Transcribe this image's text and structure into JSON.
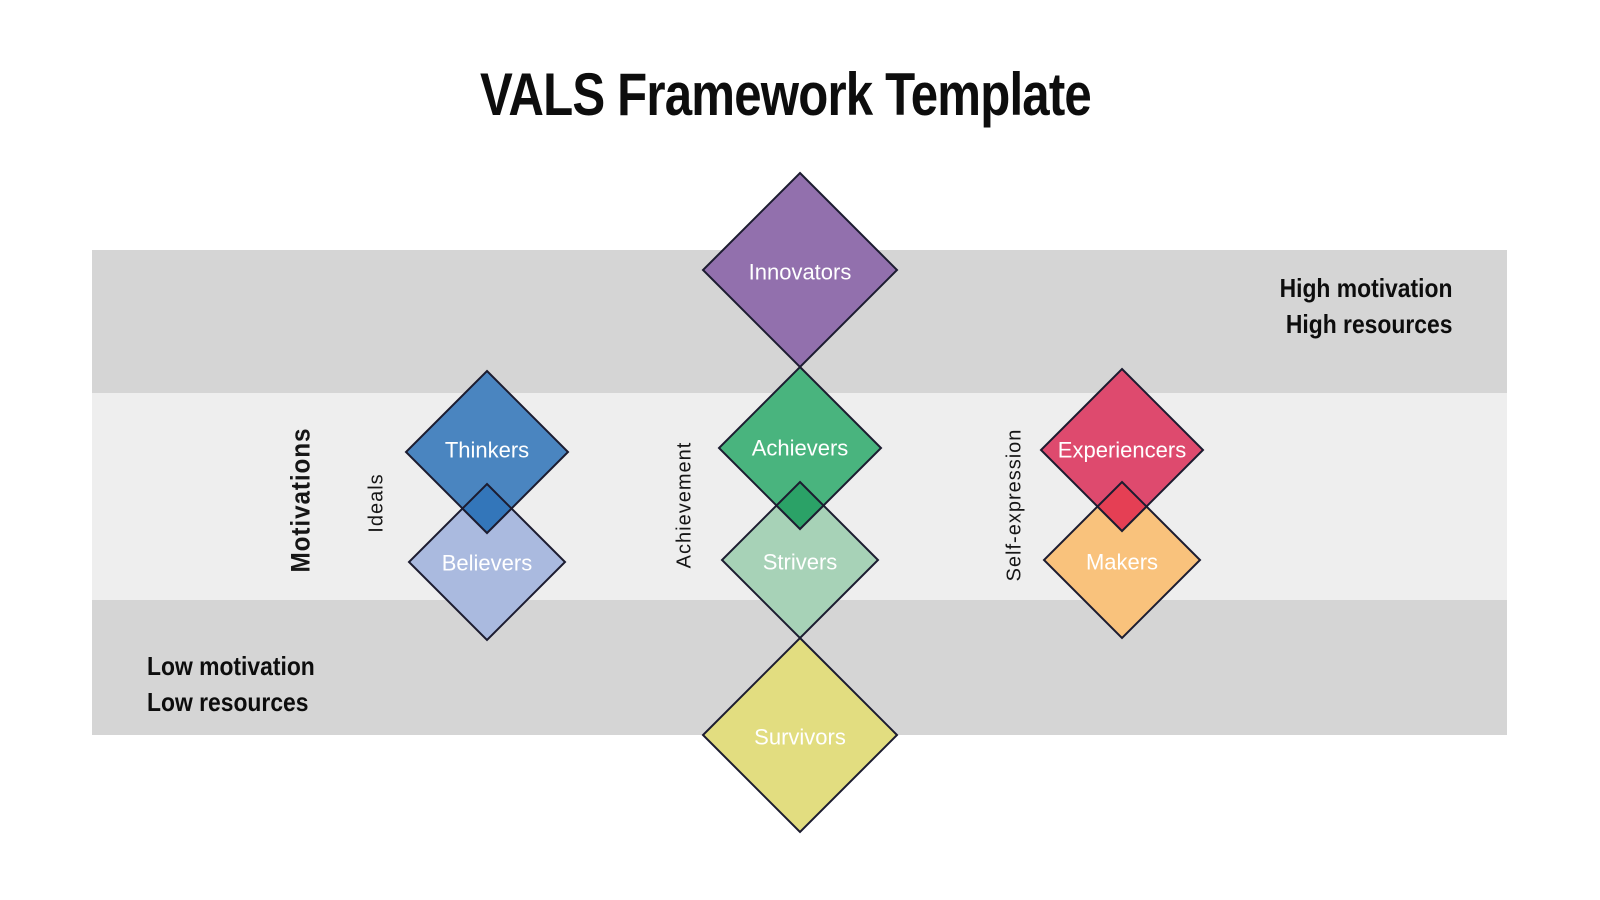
{
  "title": "VALS Framework Template",
  "colors": {
    "background": "#ffffff",
    "band_outer": "#d5d5d5",
    "band_middle": "#eeeeee",
    "outline": "#1c1c30",
    "label_text": "#ffffff",
    "innovators": "#9270ad",
    "thinkers": "#4a85c0",
    "believers": "#aabadf",
    "thinkers_believers_overlap": "#3376ba",
    "achievers": "#49b47e",
    "strivers": "#a7d2b7",
    "achievers_strivers_overlap": "#2ba267",
    "experiencers": "#de4a6e",
    "makers": "#f9c27c",
    "experiencers_makers_overlap": "#e53f54",
    "survivors": "#e2dd80"
  },
  "segments": {
    "innovators": "Innovators",
    "thinkers": "Thinkers",
    "believers": "Believers",
    "achievers": "Achievers",
    "strivers": "Strivers",
    "experiencers": "Experiencers",
    "makers": "Makers",
    "survivors": "Survivors"
  },
  "axis_labels": {
    "motivations": "Motivations",
    "ideals": "Ideals",
    "achievement": "Achievement",
    "self_expression": "Self-expression"
  },
  "corner_labels": {
    "top_right_line1": "High motivation",
    "top_right_line2": "High resources",
    "bottom_left_line1": "Low motivation",
    "bottom_left_line2": "Low resources"
  }
}
